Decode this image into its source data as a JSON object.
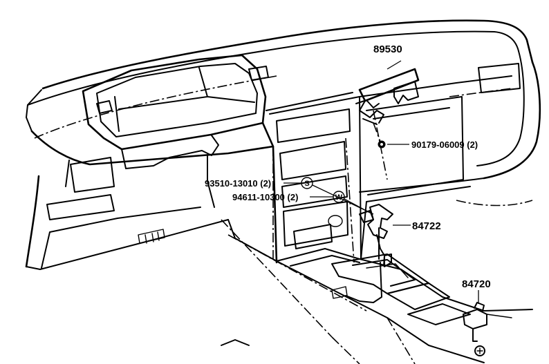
{
  "parts": {
    "p89530": "89530",
    "p90179": "90179-06009 (2)",
    "p93510": "93510-13010 (2)",
    "p94611": "94611-10300 (2)",
    "p84722": "84722",
    "p84720": "84720"
  },
  "symbols": {
    "s": "S",
    "w": "W"
  }
}
